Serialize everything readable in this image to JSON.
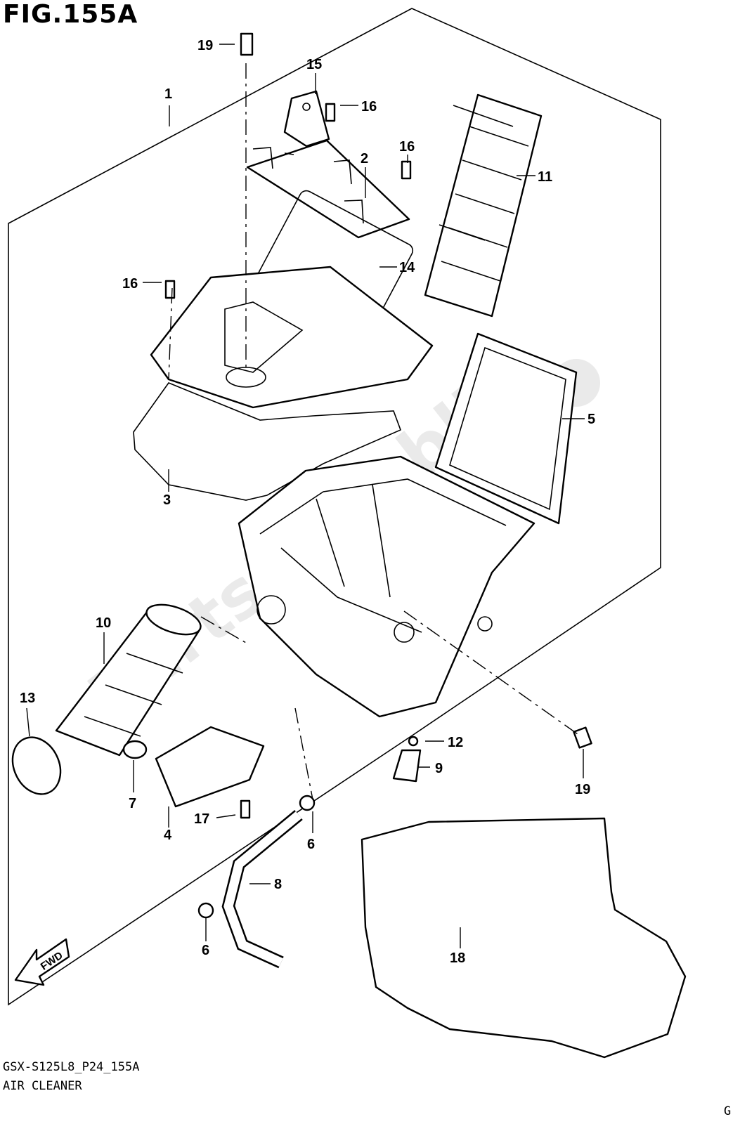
{
  "figure": {
    "title": "FIG.155A",
    "code": "GSX-S125L8_P24_155A",
    "name": "AIR CLEANER",
    "corner_mark": "G",
    "fwd_label": "FWD",
    "watermark": "PartsRepublik"
  },
  "parts": [
    {
      "num": "1",
      "label": "1"
    },
    {
      "num": "2",
      "label": "2"
    },
    {
      "num": "3",
      "label": "3"
    },
    {
      "num": "4",
      "label": "4"
    },
    {
      "num": "5",
      "label": "5"
    },
    {
      "num": "6a",
      "label": "6"
    },
    {
      "num": "6b",
      "label": "6"
    },
    {
      "num": "7",
      "label": "7"
    },
    {
      "num": "8",
      "label": "8"
    },
    {
      "num": "9",
      "label": "9"
    },
    {
      "num": "10",
      "label": "10"
    },
    {
      "num": "11",
      "label": "11"
    },
    {
      "num": "12",
      "label": "12"
    },
    {
      "num": "13",
      "label": "13"
    },
    {
      "num": "14",
      "label": "14"
    },
    {
      "num": "15",
      "label": "15"
    },
    {
      "num": "16a",
      "label": "16"
    },
    {
      "num": "16b",
      "label": "16"
    },
    {
      "num": "16c",
      "label": "16"
    },
    {
      "num": "17",
      "label": "17"
    },
    {
      "num": "18",
      "label": "18"
    },
    {
      "num": "19a",
      "label": "19"
    },
    {
      "num": "19b",
      "label": "19"
    }
  ]
}
